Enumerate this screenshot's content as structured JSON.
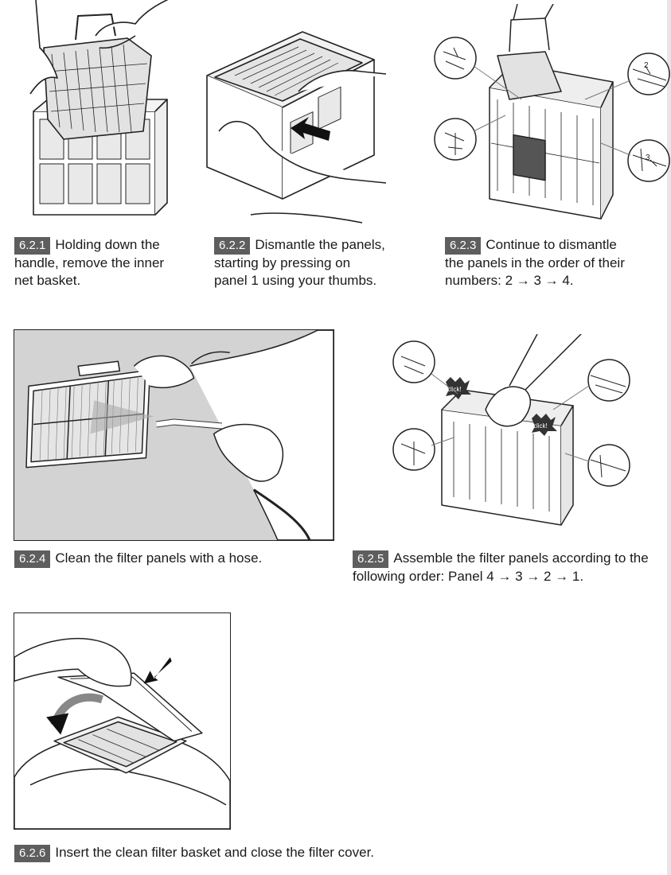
{
  "steps": [
    {
      "num": "6.2.1",
      "text": "Holding down the handle, remove the inner net basket.",
      "line1": "Holding down the",
      "line2": "handle, remove the inner",
      "line3": "net basket."
    },
    {
      "num": "6.2.2",
      "text": "Dismantle the panels, starting by pressing on panel 1 using your thumbs.",
      "line1": "Dismantle the panels,",
      "line2": "starting by pressing on",
      "line3": "panel 1 using your thumbs."
    },
    {
      "num": "6.2.3",
      "text": "Continue to dismantle the panels in the order of their numbers: 2 → 3 → 4.",
      "line1": "Continue to dismantle",
      "line2": "the panels in the order of their",
      "line3": "numbers: 2 → 3 → 4."
    },
    {
      "num": "6.2.4",
      "text": "Clean the filter panels with a hose.",
      "line1": "Clean the filter panels with a hose."
    },
    {
      "num": "6.2.5",
      "text": "Assemble the filter panels according to the following order: Panel 4 → 3 → 2 → 1.",
      "line1": "Assemble the filter panels according to the",
      "line2": "following order: Panel 4 → 3 → 2 → 1."
    },
    {
      "num": "6.2.6",
      "text": "Insert the clean filter basket and close the filter cover.",
      "line1": "Insert the clean filter basket and close the filter cover."
    }
  ],
  "callouts": {
    "click_1": "click!",
    "click_2": "click!"
  },
  "colors": {
    "tag_bg": "#5e5e5e",
    "illustration_bg": "#d3d3d3"
  }
}
